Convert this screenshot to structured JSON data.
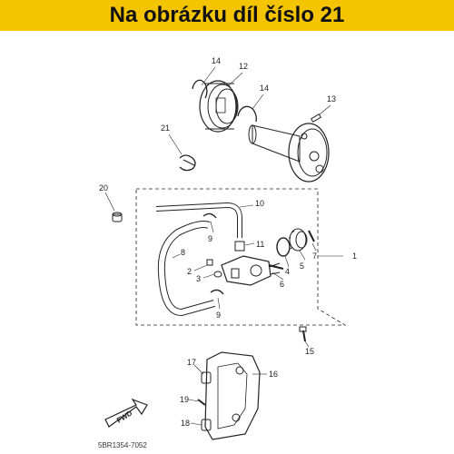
{
  "banner": {
    "title": "Na obrázku díl číslo 21",
    "background_color": "#f5c400"
  },
  "callouts": [
    "1",
    "2",
    "3",
    "4",
    "5",
    "6",
    "7",
    "8",
    "9",
    "9",
    "10",
    "11",
    "12",
    "13",
    "14",
    "14",
    "15",
    "16",
    "17",
    "18",
    "19",
    "20",
    "21"
  ],
  "fwd_label": "FWD",
  "diagram_code": "5BR1354-7052"
}
